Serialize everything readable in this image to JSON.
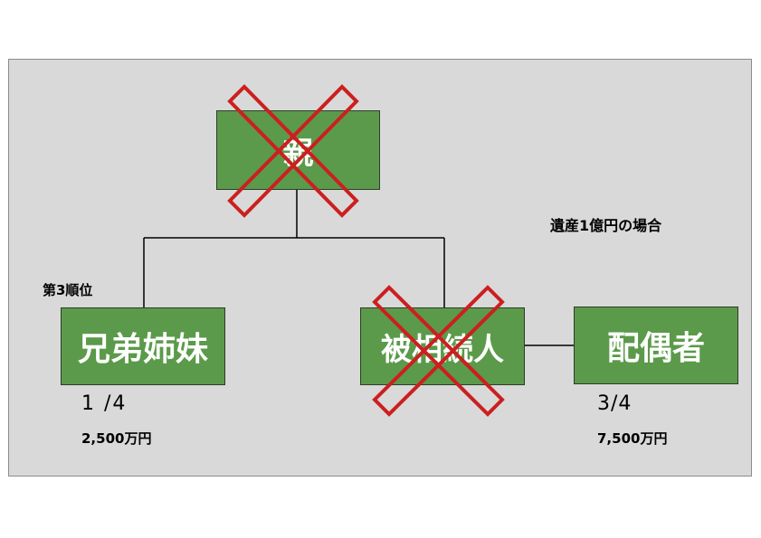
{
  "nodes": {
    "parent": "親",
    "siblings": "兄弟姉妹",
    "deceased": "被相続人",
    "spouse": "配偶者"
  },
  "estate_note": "遺産1億円の場合",
  "rank_label": "第3順位",
  "shares": {
    "siblings": {
      "fraction": "1 /4",
      "amount": "2,500万円"
    },
    "spouse": {
      "fraction": "3/4",
      "amount": "7,500万円"
    }
  },
  "colors": {
    "background": "#d9d9d9",
    "node_fill": "#5b9a4a",
    "cross": "#cc1f1f",
    "line": "#000000"
  },
  "icons": [
    "cross-out-icon"
  ]
}
